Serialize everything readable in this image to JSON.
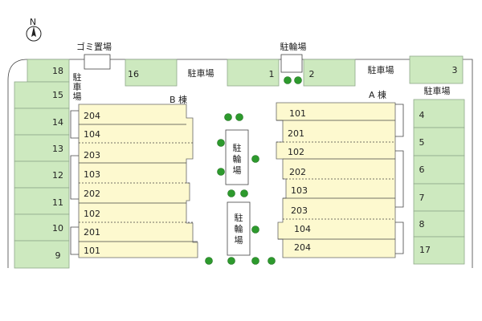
{
  "compass": {
    "label": "N"
  },
  "labels": {
    "gomi": "ゴミ置場",
    "bike_top": "駐輪場",
    "parking_top_mid": "駐車場",
    "parking_top_right": "駐車場",
    "parking_left": "駐車場",
    "parking_right": "駐車場",
    "building_b": "B 棟",
    "building_a": "A 棟",
    "bike_mid_1": "駐輪場",
    "bike_mid_2": "駐輪場"
  },
  "parking": {
    "left_column": [
      "18",
      "15",
      "14",
      "13",
      "12",
      "11",
      "10",
      "9"
    ],
    "top": [
      "16",
      "1",
      "2",
      "3"
    ],
    "right_column": [
      "4",
      "5",
      "6",
      "7",
      "8",
      "17"
    ]
  },
  "building_b_rooms": [
    "204",
    "104",
    "203",
    "103",
    "202",
    "102",
    "201",
    "101"
  ],
  "building_a_rooms": [
    "101",
    "201",
    "102",
    "202",
    "103",
    "203",
    "104",
    "204"
  ],
  "colors": {
    "parking": "#cde9bf",
    "building": "#fdf9cf",
    "tree": "#2d9a2d"
  }
}
